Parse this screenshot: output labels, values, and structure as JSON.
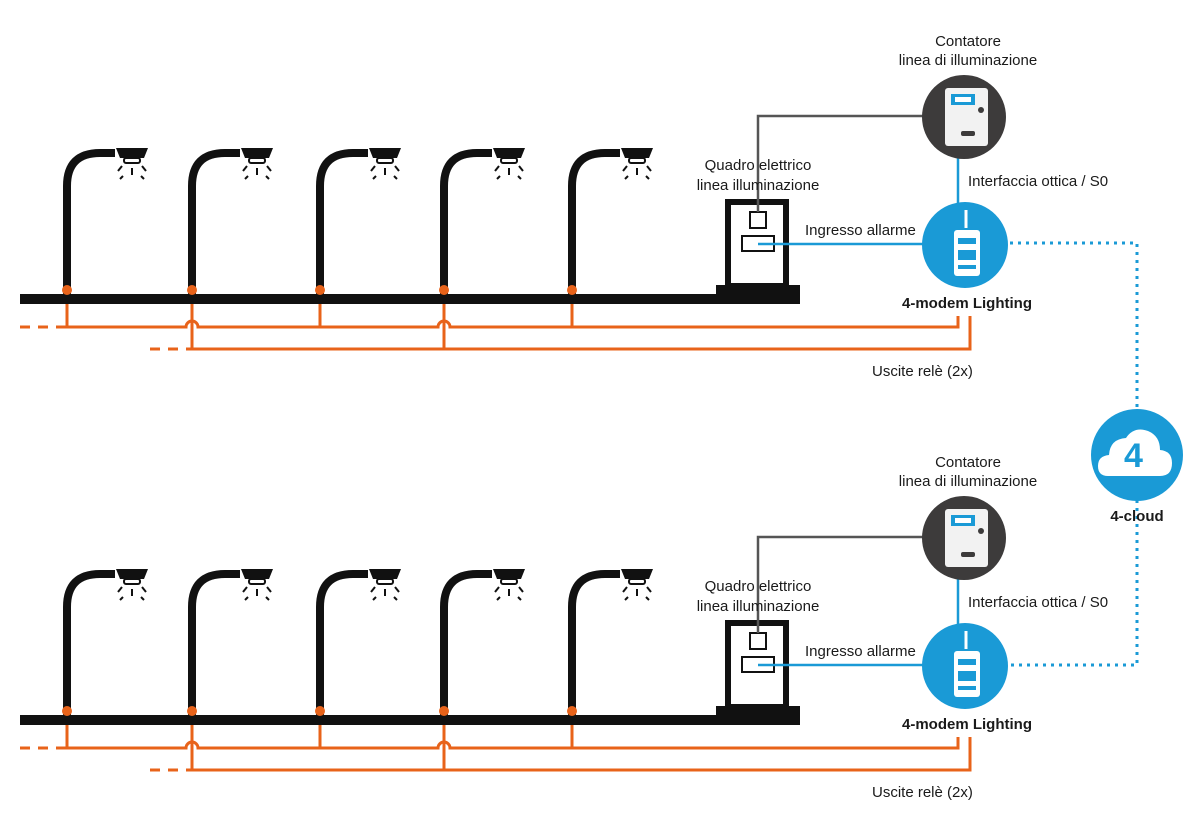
{
  "colors": {
    "pole": "#111111",
    "relay": "#e8631a",
    "signal": "#1a9ad6",
    "meter_bg": "#3d3b3b",
    "wire": "#555555"
  },
  "icons": {
    "lamp": "street-lamp-icon",
    "meter": "energy-meter-icon",
    "modem": "modem-icon",
    "cloud": "cloud-icon"
  },
  "sections": [
    {
      "meter_label_line1": "Contatore",
      "meter_label_line2": "linea di illuminazione",
      "panel_label_line1": "Quadro elettrico",
      "panel_label_line2": "linea illuminazione",
      "optical_label": "Interfaccia ottica / S0",
      "alarm_label": "Ingresso allarme",
      "modem_label": "4-modem Lighting",
      "relay_label": "Uscite relè (2x)"
    },
    {
      "meter_label_line1": "Contatore",
      "meter_label_line2": "linea di illuminazione",
      "panel_label_line1": "Quadro elettrico",
      "panel_label_line2": "linea illuminazione",
      "optical_label": "Interfaccia ottica / S0",
      "alarm_label": "Ingresso allarme",
      "modem_label": "4-modem Lighting",
      "relay_label": "Uscite relè (2x)"
    }
  ],
  "cloud": {
    "label": "4-cloud",
    "glyph": "4"
  }
}
